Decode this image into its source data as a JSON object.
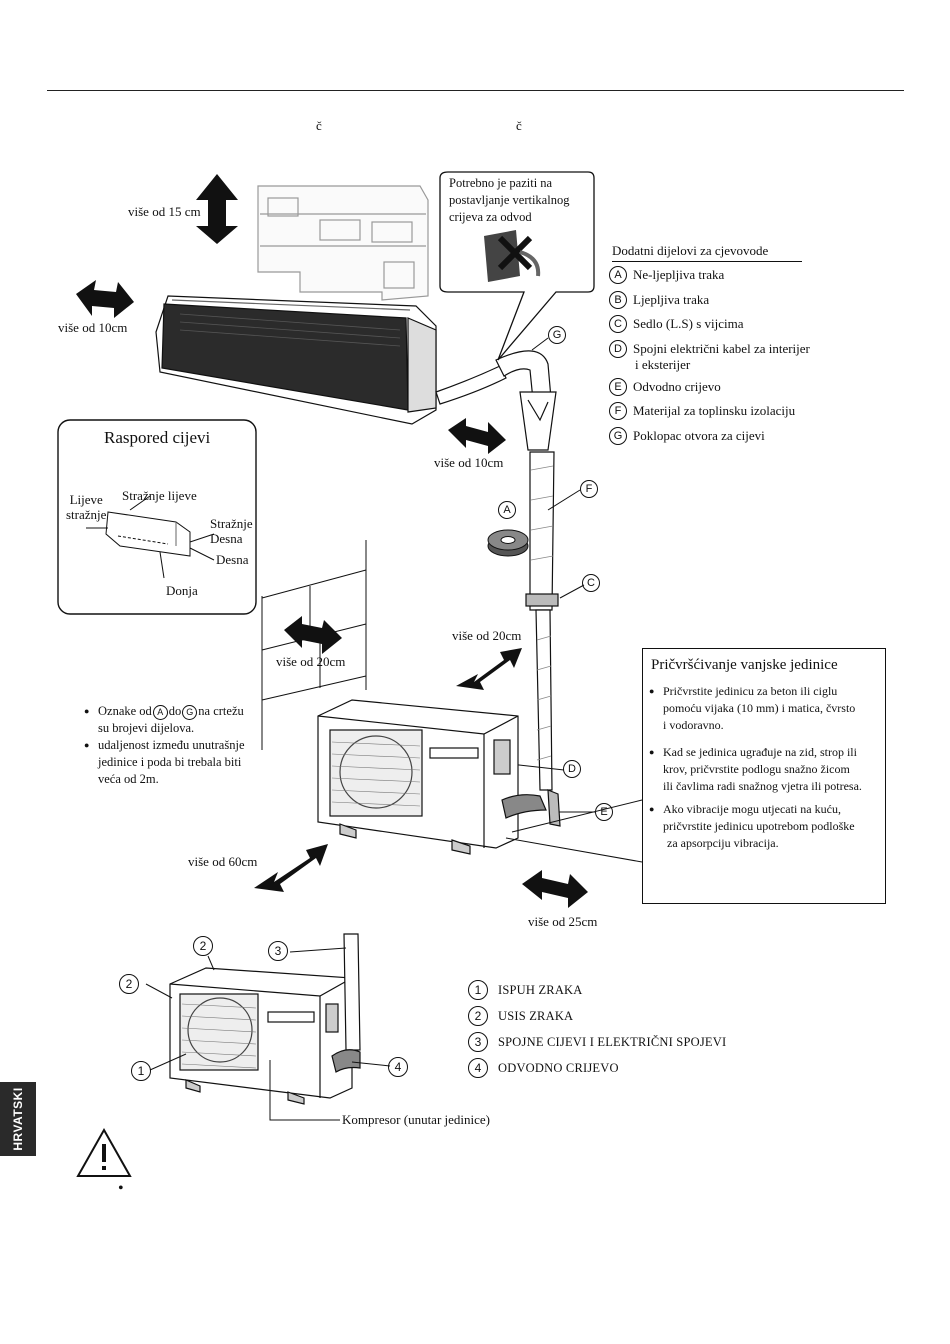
{
  "header": {
    "glyph_left": "č",
    "glyph_right": "č"
  },
  "indoor": {
    "clearance_top": "više od 15 cm",
    "clearance_left": "više od 10cm",
    "clearance_right": "više od 10cm"
  },
  "drain_note": {
    "lines": [
      "Potrebno je paziti na",
      "postavljanje vertikalnog",
      "crijeva za odvod"
    ]
  },
  "parts": {
    "title": "Dodatni dijelovi za cjevovode",
    "items": [
      {
        "letter": "A",
        "text": "Ne-ljepljiva traka"
      },
      {
        "letter": "B",
        "text": "Ljepljiva traka"
      },
      {
        "letter": "C",
        "text": "Sedlo (L.S) s vijcima"
      },
      {
        "letter": "D",
        "text": "Spojni električni kabel za interijer",
        "text2": "i eksterijer"
      },
      {
        "letter": "E",
        "text": "Odvodno crijevo"
      },
      {
        "letter": "F",
        "text": "Materijal za toplinsku izolaciju"
      },
      {
        "letter": "G",
        "text": "Poklopac otvora za cijevi"
      }
    ]
  },
  "pipe_layout": {
    "title": "Raspored cijevi",
    "left_rear_1": "Lijeve",
    "left_rear_2": "stražnje",
    "rear_left": "Stražnje lijeve",
    "rear_right_1": "Stražnje",
    "rear_right_2": "Desna",
    "right": "Desna",
    "bottom": "Donja"
  },
  "callouts": {
    "A": "A",
    "C": "C",
    "D": "D",
    "E": "E",
    "F": "F",
    "G": "G"
  },
  "outdoor": {
    "clearance_wall": "više od 20cm",
    "clearance_side": "više od 20cm",
    "clearance_front": "više od 60cm",
    "clearance_right": "više od 25cm"
  },
  "notes": {
    "n1_a": "Oznake od",
    "n1_from": "A",
    "n1_mid": "do",
    "n1_to": "G",
    "n1_b": "na crtežu",
    "n1_c": "su brojevi dijelova.",
    "n2_a": "udaljenost između unutrašnje",
    "n2_b": "jedinice i poda bi trebala biti",
    "n2_c": "veća od 2m."
  },
  "fixing": {
    "title": "Pričvršćivanje vanjske jedinice",
    "b1": [
      "Pričvrstite jedinicu za beton ili ciglu",
      "pomoću vijaka (10 mm) i matica, čvrsto",
      "i vodoravno."
    ],
    "b2": [
      "Kad se jedinica ugrađuje na zid, strop ili",
      "krov, pričvrstite podlogu snažno žicom",
      "ili čavlima radi snažnog vjetra ili potresa."
    ],
    "b3": [
      "Ako vibracije mogu utjecati na kuću,",
      "pričvrstite jedinicu upotrebom podloške",
      "za apsorpciju  vibracija."
    ]
  },
  "unit_legend": {
    "items": [
      {
        "num": "1",
        "text": "ISPUH ZRAKA"
      },
      {
        "num": "2",
        "text": "USIS ZRAKA"
      },
      {
        "num": "3",
        "text": "SPOJNE CIJEVI I ELEKTRIČNI SPOJEVI"
      },
      {
        "num": "4",
        "text": "ODVODNO CRIJEVO"
      }
    ],
    "callout_1": "1",
    "callout_2a": "2",
    "callout_2b": "2",
    "callout_3": "3",
    "callout_4": "4",
    "compressor": "Kompresor (unutar jedinice)"
  },
  "side_tab": "HRVATSKI",
  "warning_icon": "warning-triangle-icon",
  "bullet": "•"
}
